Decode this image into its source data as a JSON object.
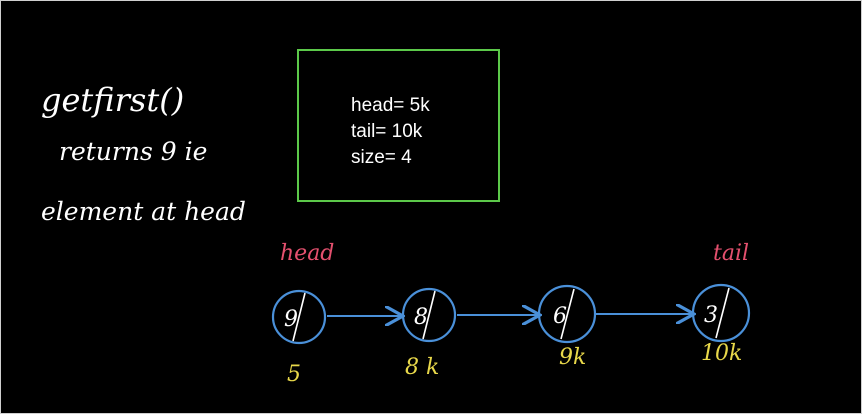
{
  "notes": {
    "line1": "getfirst()",
    "line2": "returns 9 ie",
    "line3": "element at head"
  },
  "state": {
    "head": "head= 5k",
    "tail": "tail= 10k",
    "size": "size= 4"
  },
  "labels": {
    "head": "head",
    "tail": "tail"
  },
  "nodes": [
    {
      "value": "9",
      "address": "5"
    },
    {
      "value": "8",
      "address": "8 k"
    },
    {
      "value": "6",
      "address": "9k"
    },
    {
      "value": "3",
      "address": "10k"
    }
  ],
  "colors": {
    "node": "#4a90d9",
    "box": "#5cc94a",
    "pointer_label": "#e4506e",
    "address": "#e8d84a"
  }
}
